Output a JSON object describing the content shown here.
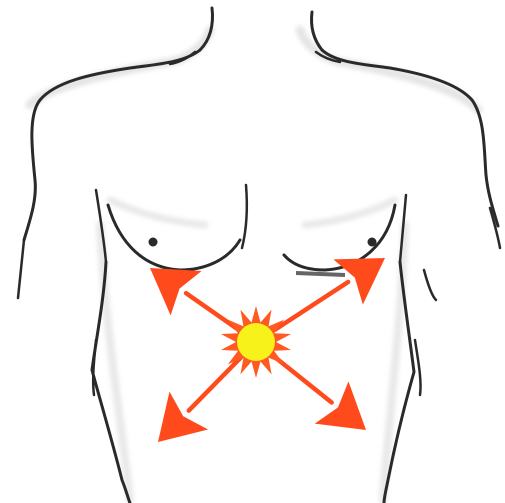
{
  "illustration": {
    "subject": "torso-outline",
    "pain_source": "center-chest",
    "radiation_directions": [
      "upper-left",
      "upper-right",
      "lower-left",
      "lower-right"
    ],
    "colors": {
      "outline": "#2a2a2a",
      "shading": "#cfcfcf",
      "arrow": "#ff4a1c",
      "burst_outer": "#ff5a22",
      "burst_inner": "#f6f21a"
    }
  }
}
